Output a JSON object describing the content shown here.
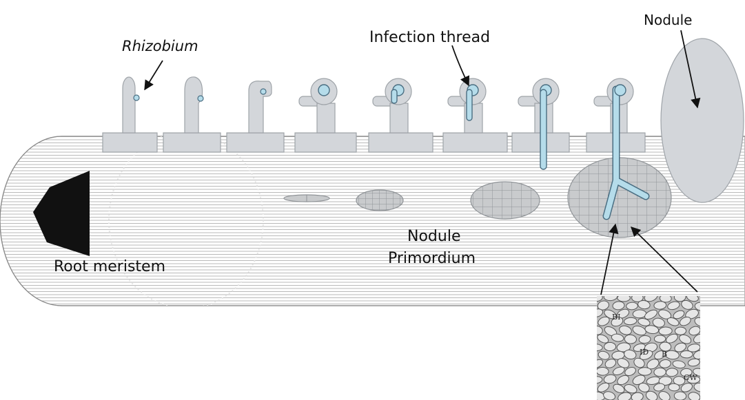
{
  "labels": {
    "rhizobium": "Rhizobium",
    "infection_thread": "Infection thread",
    "nodule": "Nodule",
    "root_meristem": "Root meristem",
    "nodule_primordium_line1": "Nodule",
    "nodule_primordium_line2": "Primordium"
  },
  "micrograph_labels": {
    "bi": "BI",
    "id": "ID",
    "b": "B",
    "cw": "CW"
  },
  "colors": {
    "root_hatch": "#b9b9b9",
    "cell_fill": "#d3d6da",
    "cell_stroke": "#9ea3a8",
    "thread_fill": "#b5dcea",
    "thread_stroke": "#4a6e82",
    "meristem": "#111111",
    "grid_fill": "#c9cbcd",
    "grid_line": "#8f9397",
    "nodule_fill": "#d3d6da"
  }
}
